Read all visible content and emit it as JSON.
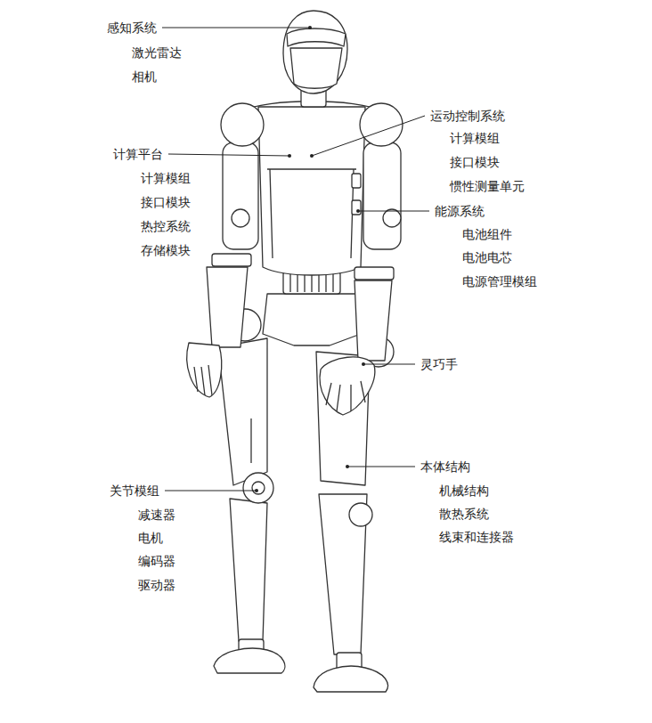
{
  "diagram": {
    "labels": [
      "感知系统",
      "激光雷达",
      "相机",
      "运动控制系统",
      "计算模组",
      "接口模块",
      "惯性测量单元",
      "计算平台",
      "计算模组",
      "接口模块",
      "热控系统",
      "存储模块",
      "能源系统",
      "电池组件",
      "电池电芯",
      "电源管理模组",
      "灵巧手",
      "关节模组",
      "减速器",
      "电机",
      "编码器",
      "驱动器",
      "本体结构",
      "机械结构",
      "散热系统",
      "线束和连接器"
    ]
  }
}
